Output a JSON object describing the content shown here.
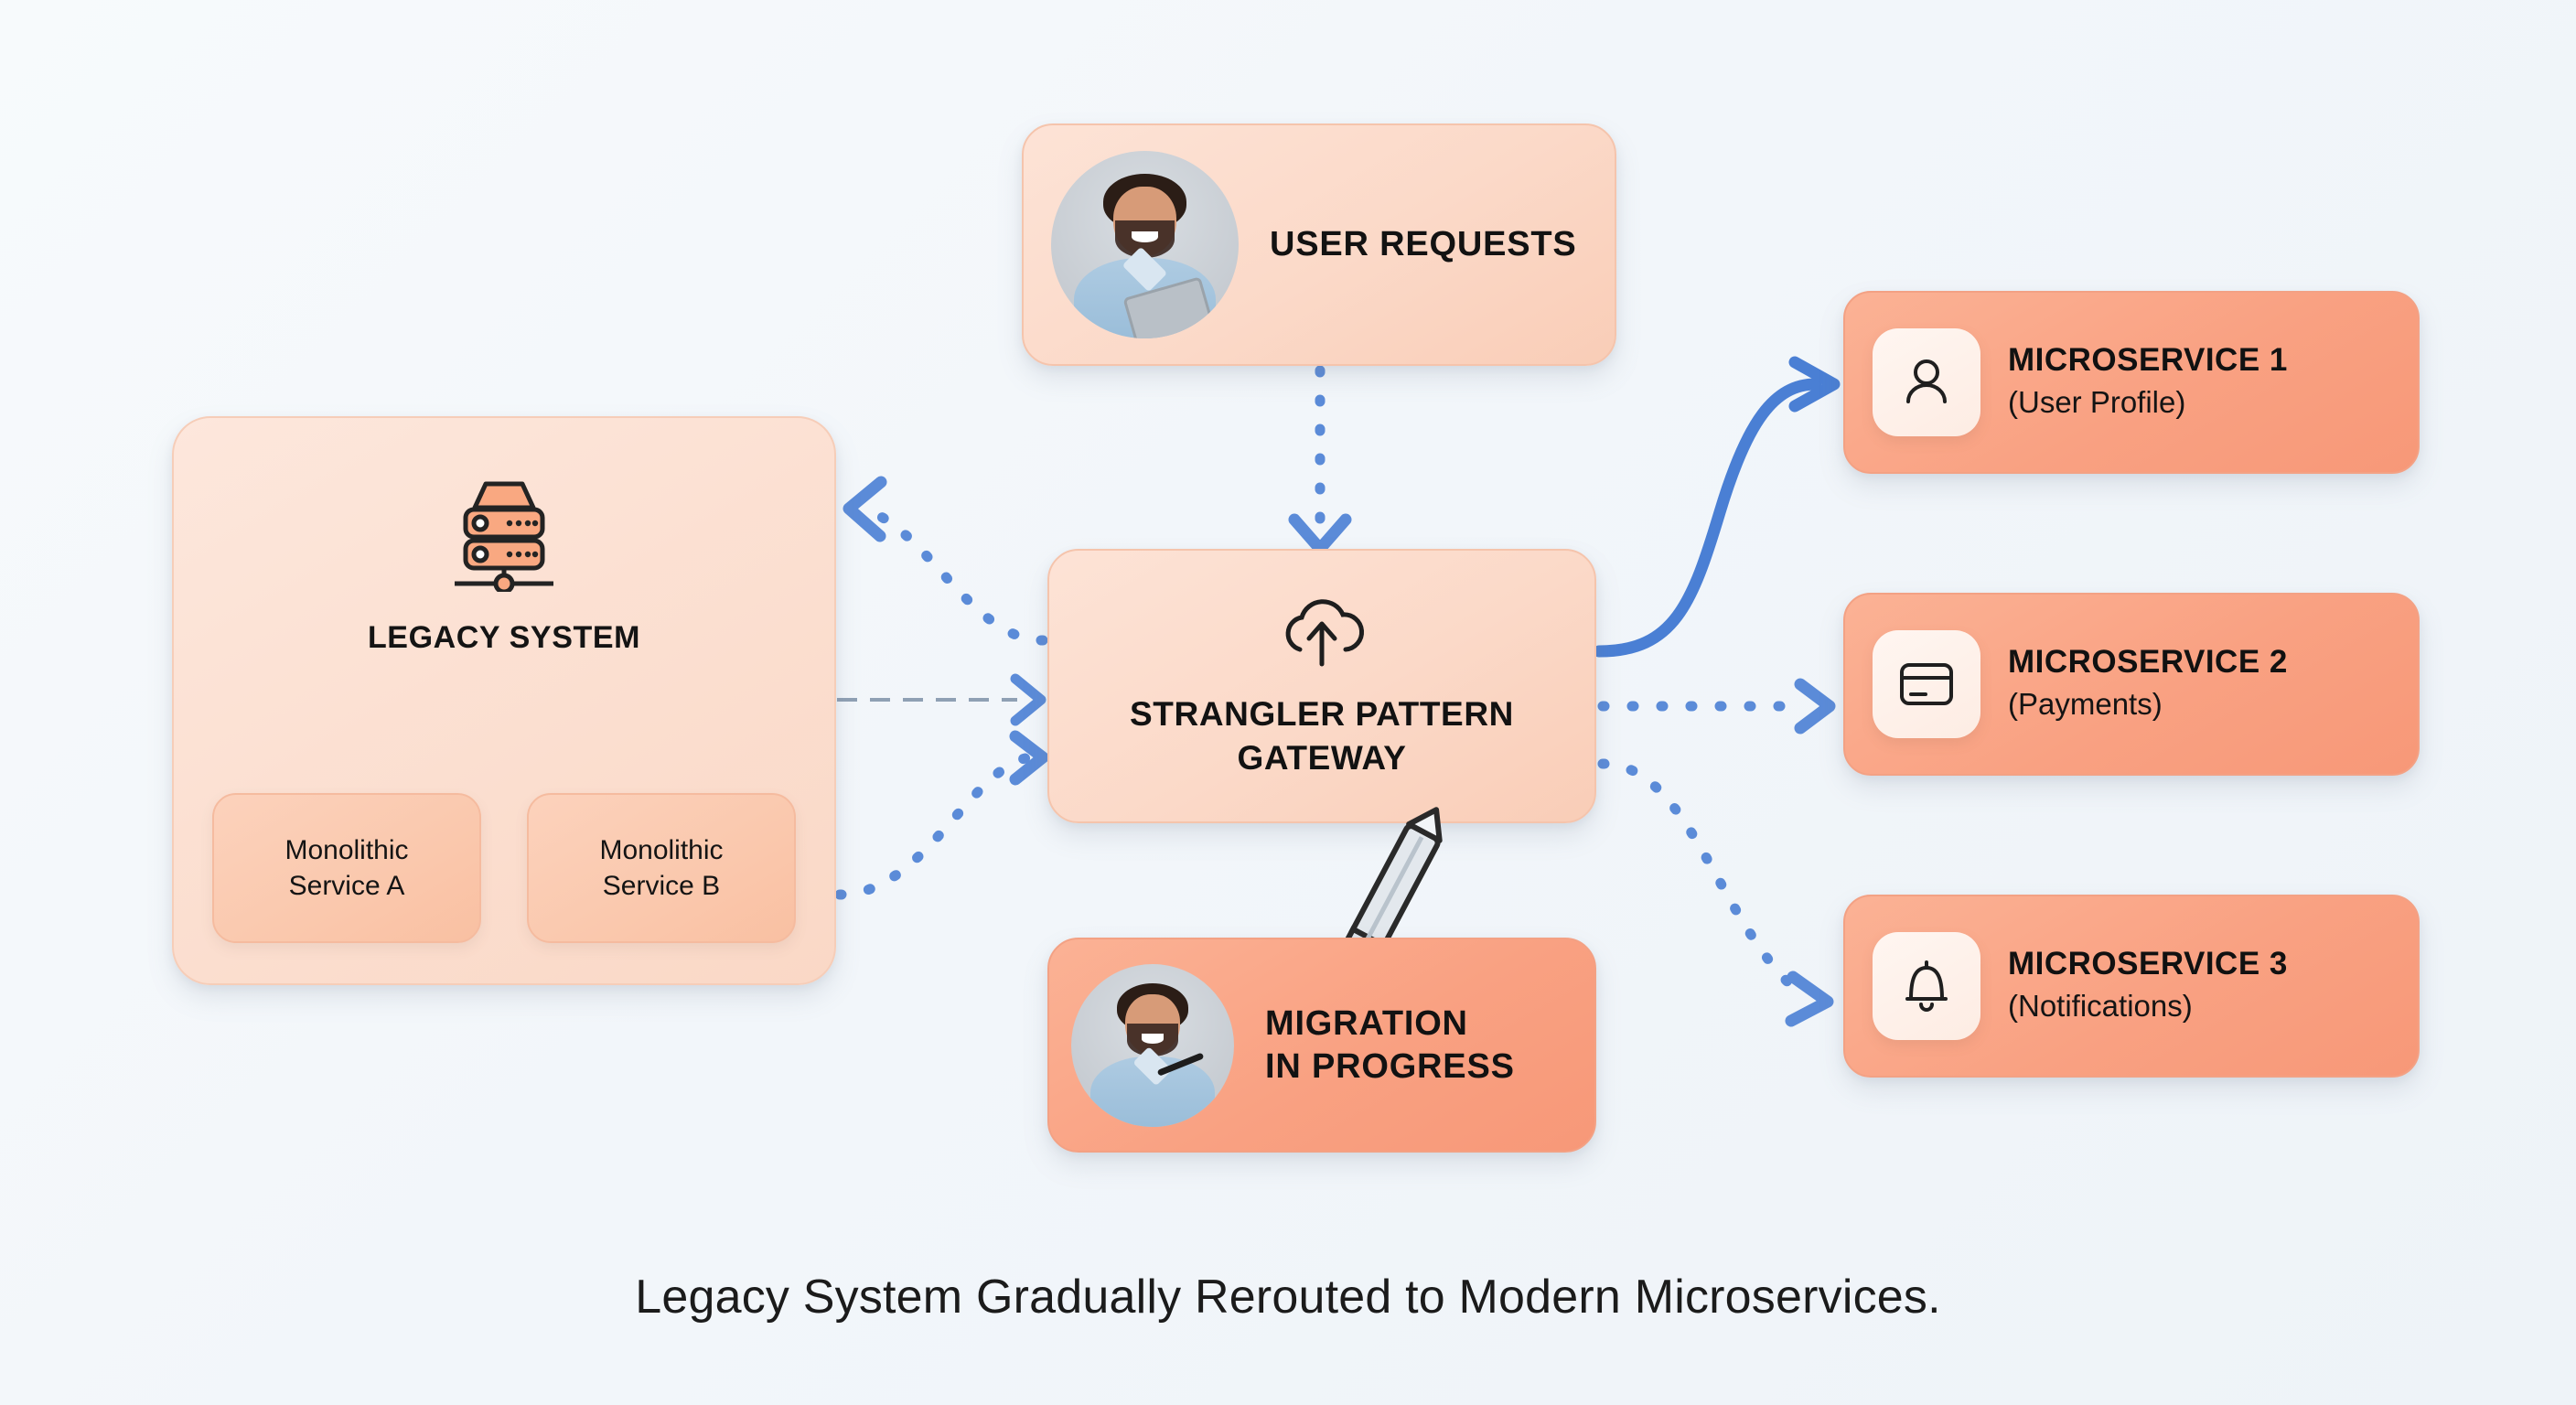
{
  "caption": "Legacy System Gradually Rerouted to Modern Microservices.",
  "legacy": {
    "title": "LEGACY SYSTEM",
    "icon": "server-rack-icon",
    "services": [
      {
        "line1": "Monolithic",
        "line2": "Service A"
      },
      {
        "line1": "Monolithic",
        "line2": "Service B"
      }
    ]
  },
  "user_requests": {
    "label": "USER REQUESTS",
    "avatar": "man-with-tablet-avatar"
  },
  "gateway": {
    "line1": "STRANGLER PATTERN",
    "line2": "GATEWAY",
    "icon": "cloud-upload-icon"
  },
  "migration": {
    "line1": "MIGRATION",
    "line2": "IN PROGRESS",
    "avatar": "man-with-pen-avatar",
    "decoration": "pencil-icon"
  },
  "microservices": [
    {
      "title": "MICROSERVICE 1",
      "subtitle": "(User Profile)",
      "icon": "user-icon"
    },
    {
      "title": "MICROSERVICE 2",
      "subtitle": "(Payments)",
      "icon": "credit-card-icon"
    },
    {
      "title": "MICROSERVICE 3",
      "subtitle": "(Notifications)",
      "icon": "bell-icon"
    }
  ],
  "connectors": [
    {
      "name": "user-requests-to-gateway",
      "style": "dotted",
      "direction": "down"
    },
    {
      "name": "gateway-to-legacy-top",
      "style": "dotted",
      "direction": "left"
    },
    {
      "name": "legacy-to-gateway-middle",
      "style": "dashed",
      "direction": "right"
    },
    {
      "name": "legacy-to-gateway-bottom",
      "style": "dotted",
      "direction": "right"
    },
    {
      "name": "gateway-to-microservice-1",
      "style": "solid",
      "direction": "right"
    },
    {
      "name": "gateway-to-microservice-2",
      "style": "dotted",
      "direction": "right"
    },
    {
      "name": "gateway-to-microservice-3",
      "style": "dotted",
      "direction": "right"
    }
  ],
  "colors": {
    "background": "#f2f6fa",
    "pale_card": "#fbd9c8",
    "salmon_card": "#f9a182",
    "accent_blue": "#5b8bd8",
    "dashed_gray": "#9aa7b5",
    "text": "#121212"
  }
}
